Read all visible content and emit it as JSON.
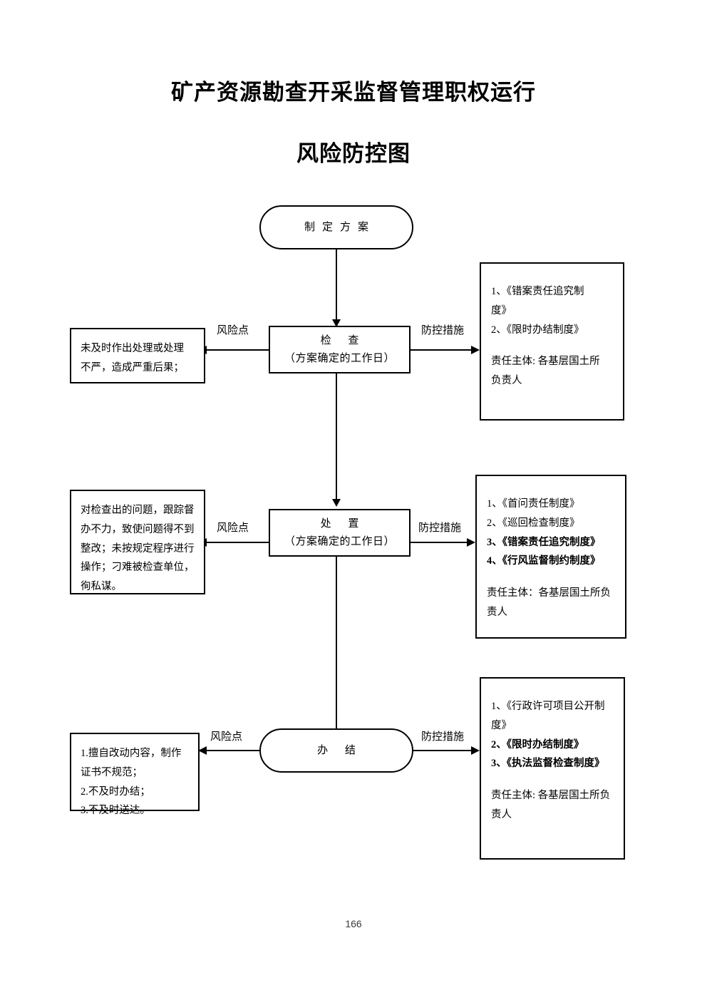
{
  "document": {
    "title_line_1": "矿产资源勘查开采监督管理职权运行",
    "title_line_2": "风险防控图",
    "page_number": "166"
  },
  "flow": {
    "start_node": {
      "label": "制定方案",
      "shape": "stadium"
    },
    "steps": [
      {
        "id": "inspection",
        "title": "检  查",
        "subtitle": "（方案确定的工作日）",
        "shape": "rect",
        "risk_label": "风险点",
        "measure_label": "防控措施",
        "risk_text": "未及时作出处理或处理不严，造成严重后果；",
        "risk_lines": [
          "未及时作出处理或处理",
          "不严，造成严重后果；"
        ],
        "measures": [
          {
            "text": "1、《错案责任追究制",
            "bold": false
          },
          {
            "text": "度》",
            "bold": false
          },
          {
            "text": "2、《限时办结制度》",
            "bold": false
          }
        ],
        "responsible_lines": [
          "责任主体: 各基层国土所",
          "负责人"
        ]
      },
      {
        "id": "disposal",
        "title": "处  置",
        "subtitle": "（方案确定的工作日）",
        "shape": "rect",
        "risk_label": "风险点",
        "measure_label": "防控措施",
        "risk_text": "对检查出的问题，跟踪督办不力，致使问题得不到整改；未按规定程序进行操作；刁难被检查单位，徇私谋。",
        "risk_lines": [
          "对检查出的问题，跟踪督",
          "办不力，致使问题得不到",
          "整改；未按规定程序进行",
          "操作；刁难被检查单位，",
          "徇私谋。"
        ],
        "measures": [
          {
            "text": "1、《首问责任制度》",
            "bold": false
          },
          {
            "text": "2、《巡回检查制度》",
            "bold": false
          },
          {
            "text": "3、《错案责任追究制度》",
            "bold": true
          },
          {
            "text": "4、《行风监督制约制度》",
            "bold": true
          }
        ],
        "responsible_lines": [
          "责任主体：各基层国土所负",
          "责人"
        ]
      },
      {
        "id": "completion",
        "title": "办  结",
        "subtitle": "",
        "shape": "stadium",
        "risk_label": "风险点",
        "measure_label": "防控措施",
        "risk_text": "1.擅自改动内容，制作证书不规范；2.不及时办结；3.不及时送达。",
        "risk_lines": [
          "1.擅自改动内容，制作",
          "证书不规范；",
          "2.不及时办结；",
          "3.不及时送达。"
        ],
        "measures": [
          {
            "text": "1、《行政许可项目公开制",
            "bold": false
          },
          {
            "text": "度》",
            "bold": false
          },
          {
            "text": "2、《限时办结制度》",
            "bold": true
          },
          {
            "text": "3、《执法监督检查制度》",
            "bold": true
          }
        ],
        "responsible_lines": [
          "责任主体: 各基层国土所负",
          "责人"
        ]
      }
    ]
  },
  "style": {
    "ink": "#000000",
    "paper": "#ffffff"
  }
}
